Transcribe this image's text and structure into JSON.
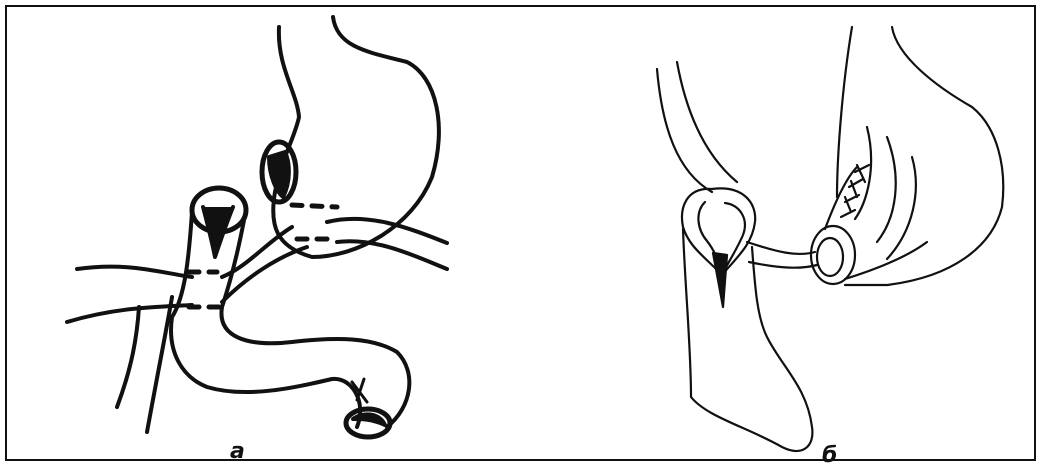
{
  "figure": {
    "panels": [
      {
        "id": "a",
        "caption": "а"
      },
      {
        "id": "b",
        "caption": "б"
      }
    ]
  },
  "colors": {
    "ink": "#111111",
    "paper": "#ffffff"
  }
}
